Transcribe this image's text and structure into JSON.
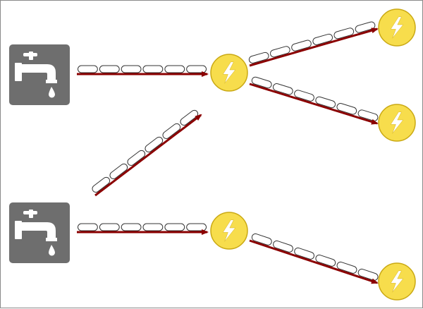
{
  "colors": {
    "background": "#ffffff",
    "frame": "#8a8a8a",
    "source_tile": "#6e6e6e",
    "tap_glyph": "#ffffff",
    "arrow": "#8b0000",
    "chain_link_fill": "#ffffff",
    "chain_link_stroke": "#333333",
    "node_fill": "#f7dd4c",
    "node_stroke": "#caa914",
    "bolt_fill": "#ffffff"
  },
  "icons": {
    "source": "water-tap-icon",
    "node": "lightning-bolt-icon"
  },
  "sources": [
    {
      "id": "tap-1",
      "icon": "water-tap-icon"
    },
    {
      "id": "tap-2",
      "icon": "water-tap-icon"
    }
  ],
  "nodes": [
    {
      "id": "hub-1",
      "icon": "lightning-bolt-icon"
    },
    {
      "id": "leaf-1",
      "icon": "lightning-bolt-icon"
    },
    {
      "id": "leaf-2",
      "icon": "lightning-bolt-icon"
    },
    {
      "id": "hub-2",
      "icon": "lightning-bolt-icon"
    },
    {
      "id": "leaf-3",
      "icon": "lightning-bolt-icon"
    }
  ],
  "connections": [
    {
      "from": "tap-1",
      "to": "hub-1",
      "links": 6
    },
    {
      "from": "hub-1",
      "to": "leaf-1",
      "links": 6
    },
    {
      "from": "hub-1",
      "to": "leaf-2",
      "links": 6
    },
    {
      "from": "tap-2",
      "to": "hub-1",
      "links": 6
    },
    {
      "from": "tap-2",
      "to": "hub-2",
      "links": 6
    },
    {
      "from": "hub-2",
      "to": "leaf-3",
      "links": 6
    }
  ]
}
